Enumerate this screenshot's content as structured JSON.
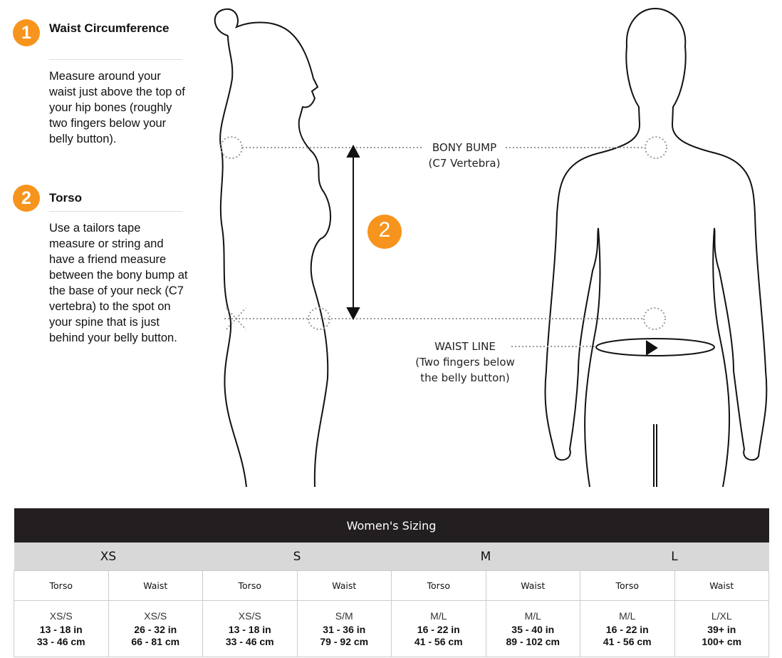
{
  "steps": [
    {
      "number": "1",
      "title": "Waist Circumference",
      "body": "Measure around your waist just above the top of your hip bones (roughly two fingers below your belly button)."
    },
    {
      "number": "2",
      "title": "Torso",
      "body": "Use a tailors tape measure or string and have a friend measure between the bony bump at the base of your neck (C7 vertebra) to the spot on your spine that is just behind your belly button."
    }
  ],
  "diagram": {
    "bony_bump_label": "BONY BUMP",
    "bony_bump_sub": "(C7 Vertebra)",
    "torso_marker": "2",
    "waist_line_label": "WAIST LINE",
    "waist_line_sub1": "(Two fingers below",
    "waist_line_sub2": "the belly button)",
    "accent": "#f7941d"
  },
  "table": {
    "title": "Women's Sizing",
    "sizes": [
      {
        "size": "XS",
        "torso": {
          "label": "Torso",
          "fit": "XS/S",
          "in": "13 - 18 in",
          "cm": "33 - 46 cm"
        },
        "waist": {
          "label": "Waist",
          "fit": "XS/S",
          "in": "26 - 32 in",
          "cm": "66 - 81 cm"
        }
      },
      {
        "size": "S",
        "torso": {
          "label": "Torso",
          "fit": "XS/S",
          "in": "13 - 18 in",
          "cm": "33 - 46 cm"
        },
        "waist": {
          "label": "Waist",
          "fit": "S/M",
          "in": "31 - 36 in",
          "cm": "79 - 92 cm"
        }
      },
      {
        "size": "M",
        "torso": {
          "label": "Torso",
          "fit": "M/L",
          "in": "16 - 22 in",
          "cm": "41 - 56 cm"
        },
        "waist": {
          "label": "Waist",
          "fit": "M/L",
          "in": "35 - 40 in",
          "cm": "89 - 102 cm"
        }
      },
      {
        "size": "L",
        "torso": {
          "label": "Torso",
          "fit": "M/L",
          "in": "16 - 22 in",
          "cm": "41 - 56 cm"
        },
        "waist": {
          "label": "Waist",
          "fit": "L/XL",
          "in": "39+ in",
          "cm": "100+ cm"
        }
      }
    ]
  }
}
